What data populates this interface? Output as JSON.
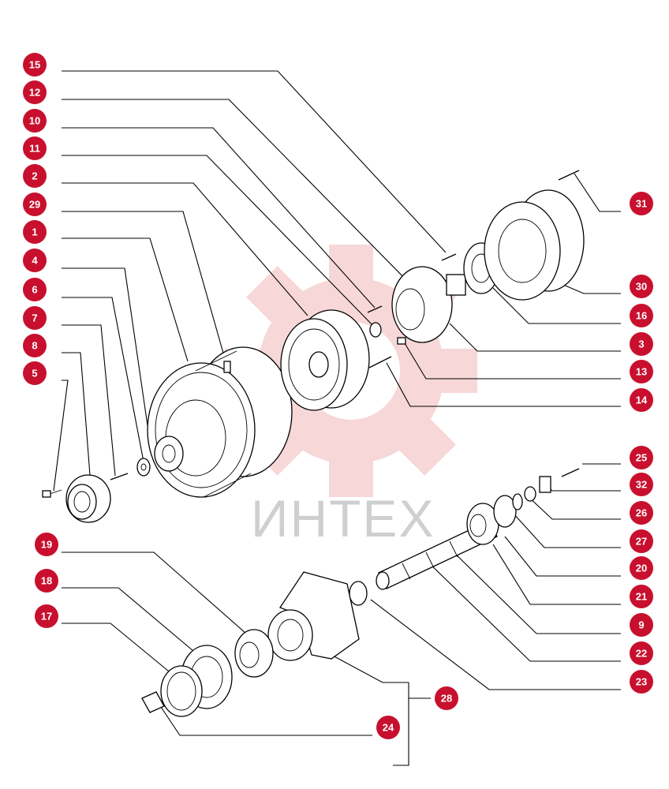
{
  "watermark": {
    "text": "ИНТЕХ",
    "gear_color": "#f2b8b8",
    "text_color": "#cfcfcf"
  },
  "badge_color": "#c8102e",
  "callouts_left": [
    "15",
    "12",
    "10",
    "11",
    "2",
    "29",
    "1",
    "4",
    "6",
    "7",
    "8",
    "5"
  ],
  "callouts_right": [
    "31",
    "30",
    "16",
    "3",
    "13",
    "14",
    "25",
    "32",
    "26",
    "27",
    "20",
    "21",
    "9",
    "22",
    "23"
  ],
  "callouts_lower_left": [
    "19",
    "18",
    "17"
  ],
  "callouts_bottom": [
    "28",
    "24"
  ]
}
